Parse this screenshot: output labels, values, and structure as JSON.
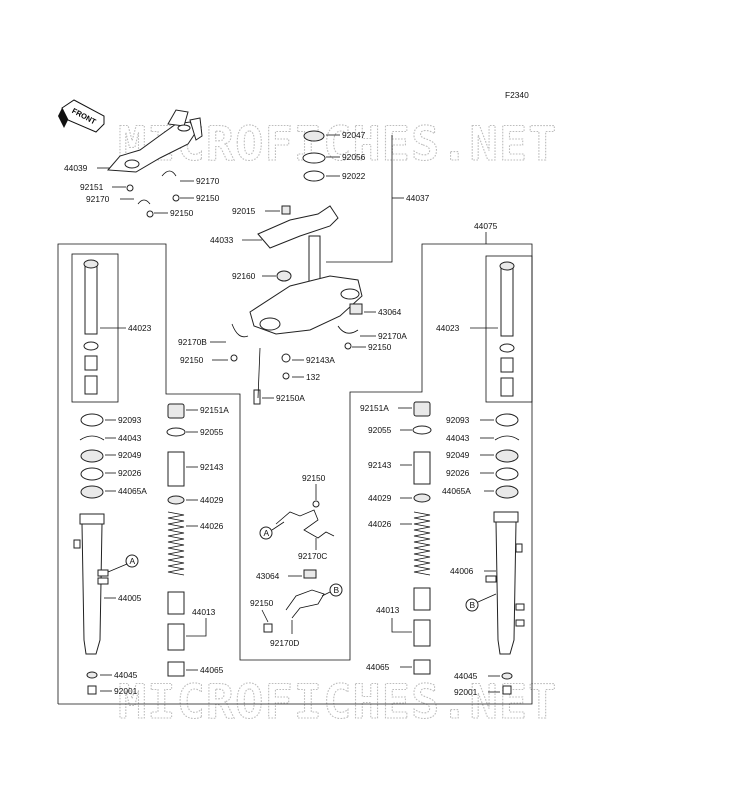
{
  "figure_code": "F2340",
  "front_label": "FRONT",
  "watermark": "MICROFICHES.NET",
  "callouts": {
    "a": "A",
    "b": "B"
  },
  "parts": {
    "p44039": "44039",
    "p92151": "92151",
    "p92170": "92170",
    "p92150": "92150",
    "p44033": "44033",
    "p92015": "92015",
    "p92047": "92047",
    "p92056": "92056",
    "p92022": "92022",
    "p44037": "44037",
    "p44075": "44075",
    "p92160": "92160",
    "p43064": "43064",
    "p92170B": "92170B",
    "p92170A": "92170A",
    "p92143A": "92143A",
    "p132": "132",
    "p92150A": "92150A",
    "p44023": "44023",
    "p92093": "92093",
    "p44043": "44043",
    "p92049": "92049",
    "p92026": "92026",
    "p44065A": "44065A",
    "p44005": "44005",
    "p44006": "44006",
    "p44045": "44045",
    "p92001": "92001",
    "p92151A": "92151A",
    "p92055": "92055",
    "p92143": "92143",
    "p44029": "44029",
    "p44026": "44026",
    "p44013": "44013",
    "p44065": "44065",
    "p92170C": "92170C",
    "p92170D": "92170D"
  }
}
